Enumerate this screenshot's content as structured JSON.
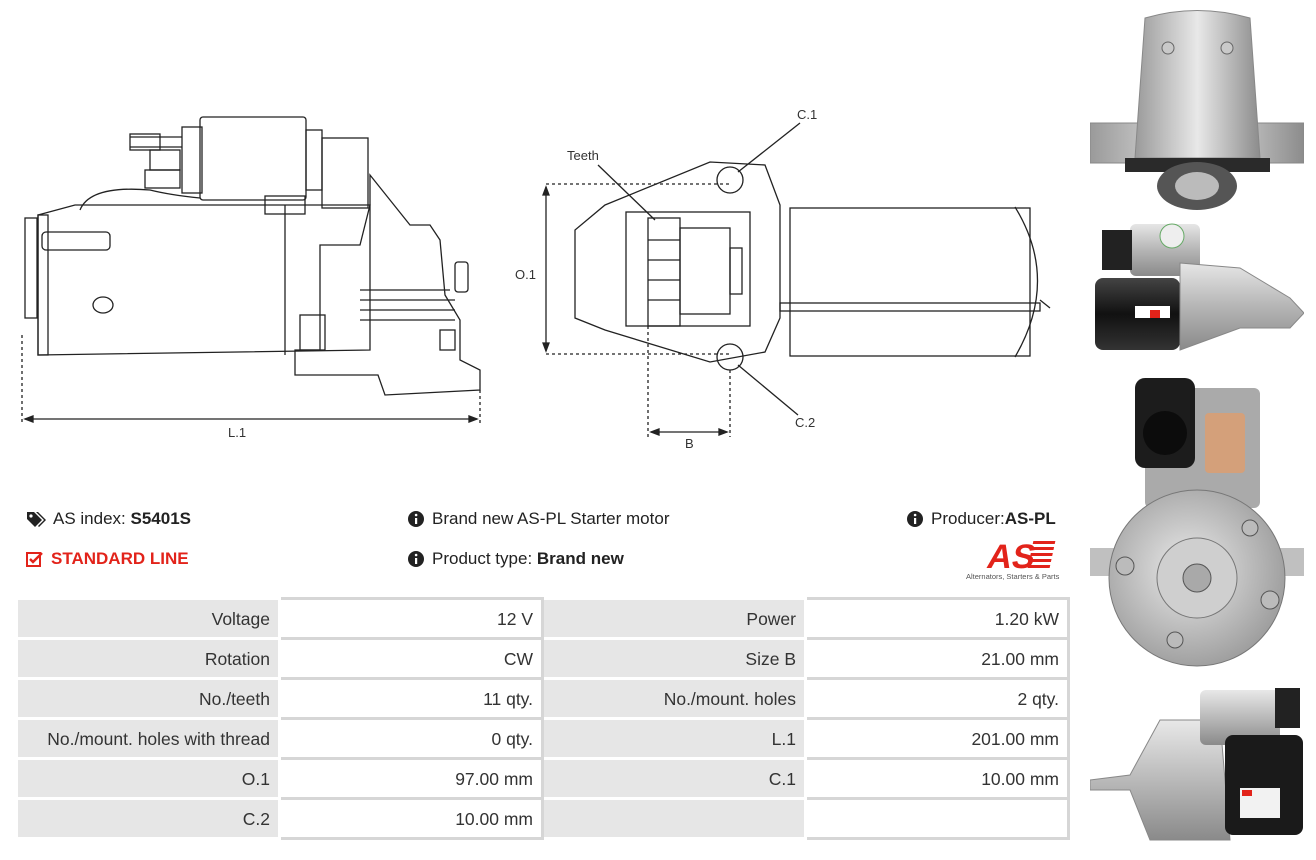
{
  "drawing": {
    "labels": {
      "teeth": "Teeth",
      "c1": "C.1",
      "c2": "C.2",
      "o1": "O.1",
      "l1": "L.1",
      "b": "B"
    }
  },
  "header": {
    "as_index_label": "AS index:",
    "as_index_value": "S5401S",
    "line_label": "STANDARD LINE",
    "description": "Brand new AS-PL Starter motor",
    "product_type_label": "Product type:",
    "product_type_value": "Brand new",
    "producer_label": "Producer:",
    "producer_value": "AS-PL"
  },
  "logo": {
    "text": "AS",
    "tagline": "Alternators, Starters & Parts",
    "color": "#e2231a"
  },
  "specs": [
    [
      {
        "k": "Voltage",
        "v": "12 V"
      },
      {
        "k": "Power",
        "v": "1.20 kW"
      }
    ],
    [
      {
        "k": "Rotation",
        "v": "CW"
      },
      {
        "k": "Size B",
        "v": "21.00 mm"
      }
    ],
    [
      {
        "k": "No./teeth",
        "v": "11 qty."
      },
      {
        "k": "No./mount. holes",
        "v": "2 qty."
      }
    ],
    [
      {
        "k": "No./mount. holes with thread",
        "v": "0 qty."
      },
      {
        "k": "L.1",
        "v": "201.00 mm"
      }
    ],
    [
      {
        "k": "O.1",
        "v": "97.00 mm"
      },
      {
        "k": "C.1",
        "v": "10.00 mm"
      }
    ],
    [
      {
        "k": "C.2",
        "v": "10.00 mm"
      },
      {
        "k": "",
        "v": ""
      }
    ]
  ],
  "icons": {
    "tag": "tags-icon",
    "check": "check-square-icon",
    "info": "info-circle-icon"
  },
  "colors": {
    "accent": "#e2231a",
    "table_key_bg": "#e6e6e6",
    "table_border": "#d6d6d6"
  }
}
